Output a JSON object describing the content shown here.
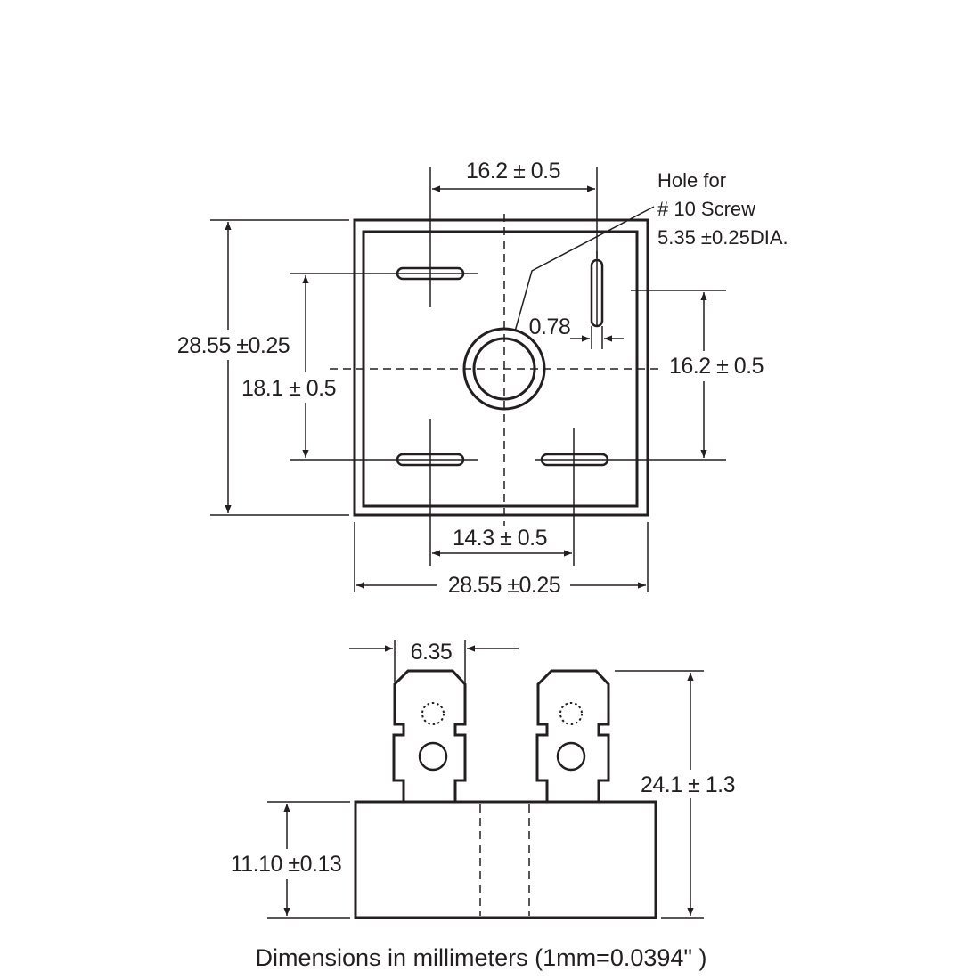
{
  "top_view": {
    "dim_top_pin_spacing": "16.2 ± 0.5",
    "dim_height": "28.55 ±0.25",
    "dim_pin_vertical": "18.1 ± 0.5",
    "dim_right_pin_vertical": "16.2 ± 0.5",
    "dim_pin_width": "0.78",
    "dim_bottom_pin_spacing": "14.3 ± 0.5",
    "dim_width": "28.55 ±0.25",
    "hole_note": {
      "line1": "Hole for",
      "line2": "# 10 Screw",
      "line3": "5.35 ±0.25DIA."
    }
  },
  "side_view": {
    "dim_terminal_width": "6.35",
    "dim_total_height": "24.1 ± 1.3",
    "dim_body_height": "11.10 ±0.13"
  },
  "caption": "Dimensions in millimeters (1mm=0.0394\" )"
}
